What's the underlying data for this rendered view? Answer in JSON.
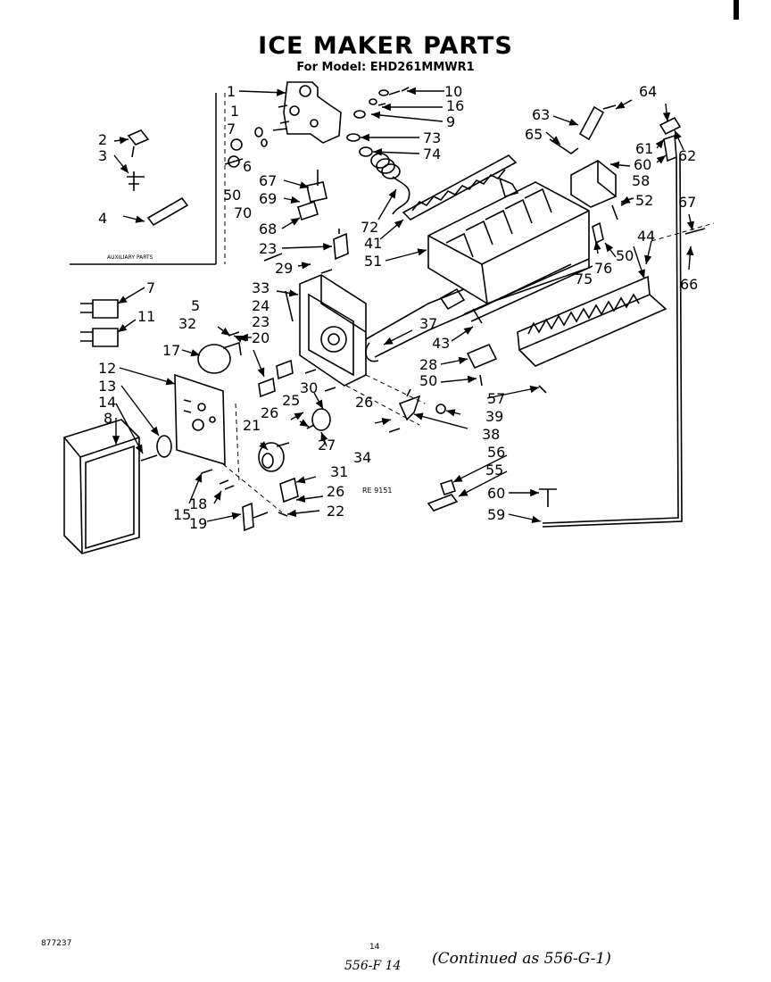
{
  "header": {
    "title": "ICE MAKER PARTS",
    "subtitle": "For Model: EHD261MMWR1"
  },
  "inset_label": "AUXILIARY PARTS",
  "drawing_ref": "RE 9151",
  "footer": {
    "doc_number": "877237",
    "page_number": "14",
    "handwritten_left": "556-F 14",
    "handwritten_right": "(Continued as 556-G-1)"
  },
  "part_callouts": [
    "1",
    "1",
    "2",
    "3",
    "4",
    "5",
    "6",
    "7",
    "7",
    "8",
    "9",
    "10",
    "11",
    "12",
    "13",
    "14",
    "15",
    "16",
    "17",
    "18",
    "19",
    "20",
    "21",
    "22",
    "23",
    "23",
    "24",
    "25",
    "26",
    "26",
    "26",
    "27",
    "28",
    "29",
    "30",
    "31",
    "32",
    "33",
    "34",
    "37",
    "38",
    "39",
    "41",
    "43",
    "44",
    "50",
    "50",
    "50",
    "51",
    "52",
    "55",
    "56",
    "57",
    "58",
    "59",
    "60",
    "60",
    "61",
    "62",
    "63",
    "64",
    "65",
    "66",
    "67",
    "67",
    "68",
    "69",
    "70",
    "72",
    "73",
    "74",
    "75",
    "76"
  ]
}
